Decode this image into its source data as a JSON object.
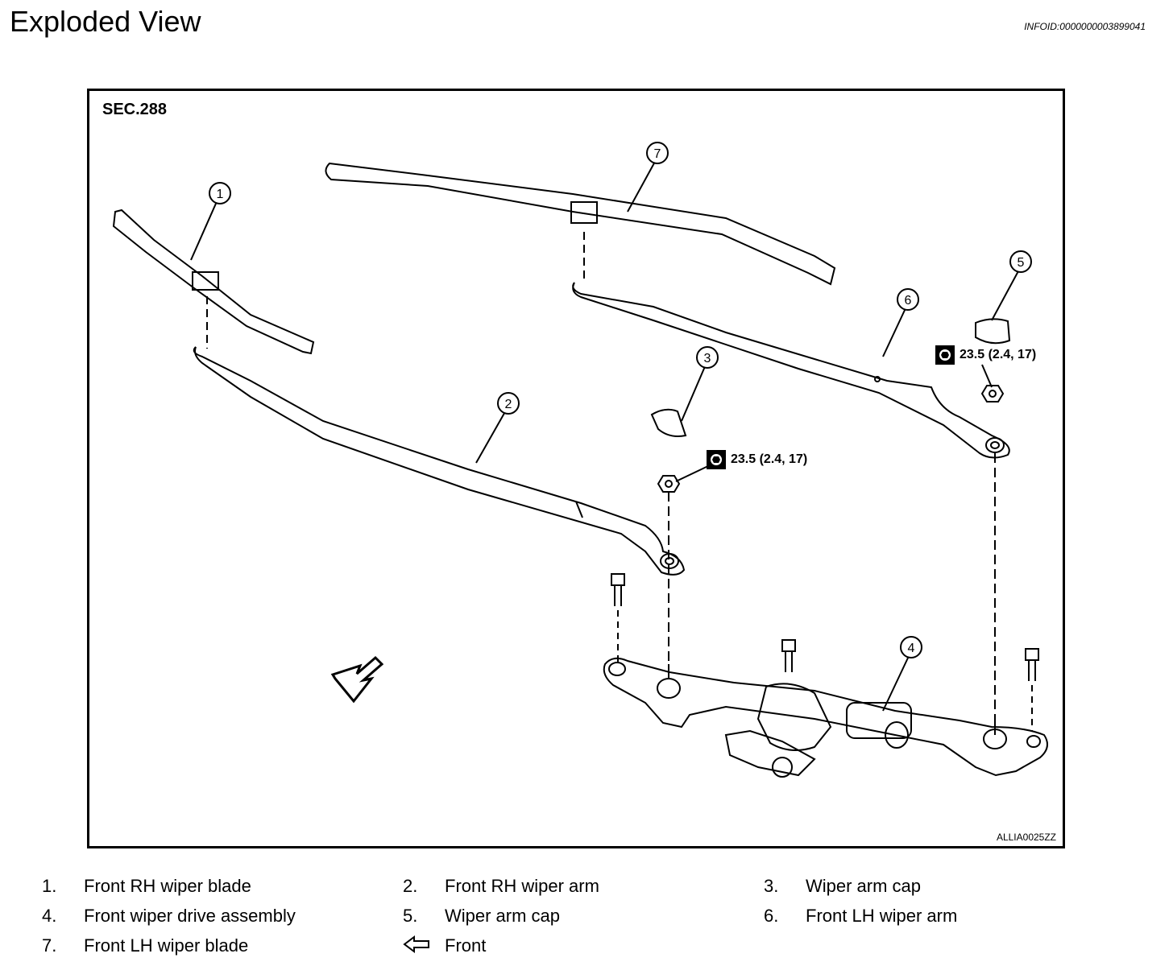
{
  "header": {
    "title": "Exploded View",
    "infoid": "INFOID:0000000003899041"
  },
  "figure": {
    "section": "SEC.288",
    "code": "ALLIA0025ZZ",
    "callouts": [
      "1",
      "2",
      "3",
      "4",
      "5",
      "6",
      "7"
    ],
    "torque_specs": [
      {
        "value": "23.5 (2.4, 17)"
      },
      {
        "value": "23.5 (2.4, 17)"
      }
    ]
  },
  "legend": {
    "items": [
      {
        "num": "1.",
        "label": "Front RH wiper blade"
      },
      {
        "num": "2.",
        "label": "Front RH wiper arm"
      },
      {
        "num": "3.",
        "label": "Wiper arm cap"
      },
      {
        "num": "4.",
        "label": "Front wiper drive assembly"
      },
      {
        "num": "5.",
        "label": "Wiper arm cap"
      },
      {
        "num": "6.",
        "label": "Front LH wiper arm"
      },
      {
        "num": "7.",
        "label": "Front LH wiper blade"
      },
      {
        "num": "",
        "label": "Front"
      }
    ]
  }
}
